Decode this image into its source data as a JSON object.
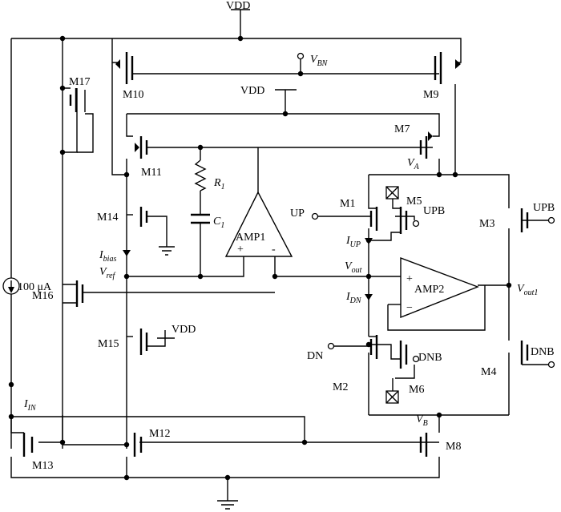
{
  "supply": {
    "vdd": "VDD",
    "vdd2": "VDD",
    "vdd3": "VDD"
  },
  "transistors": {
    "m1": "M1",
    "m2": "M2",
    "m3": "M3",
    "m4": "M4",
    "m5": "M5",
    "m6": "M6",
    "m7": "M7",
    "m8": "M8",
    "m9": "M9",
    "m10": "M10",
    "m11": "M11",
    "m12": "M12",
    "m13": "M13",
    "m14": "M14",
    "m15": "M15",
    "m16": "M16",
    "m17": "M17"
  },
  "passives": {
    "r1": "R",
    "r1_sub": "1",
    "c1": "C",
    "c1_sub": "1"
  },
  "amplifiers": {
    "amp1": "AMP1",
    "amp2": "AMP2"
  },
  "current_source": {
    "label": "100 μA"
  },
  "inputs": {
    "up": "UP",
    "upb_m5": "UPB",
    "upb_m3": "UPB",
    "dn": "DN",
    "dnb_m6": "DNB",
    "dnb_m4": "DNB"
  },
  "nodes": {
    "vbn": "V",
    "vbn_sub": "BN",
    "va": "V",
    "va_sub": "A",
    "vb": "V",
    "vb_sub": "B",
    "vout": "V",
    "vout_sub": "out",
    "vout1": "V",
    "vout1_sub": "out1",
    "vref": "V",
    "vref_sub": "ref",
    "ibias": "I",
    "ibias_sub": "bias",
    "iup": "I",
    "iup_sub": "UP",
    "idn": "I",
    "idn_sub": "DN",
    "iin": "I",
    "iin_sub": "IN"
  },
  "signs": {
    "plus1": "+",
    "minus1": "-",
    "plus2": "+",
    "minus2": "−"
  }
}
